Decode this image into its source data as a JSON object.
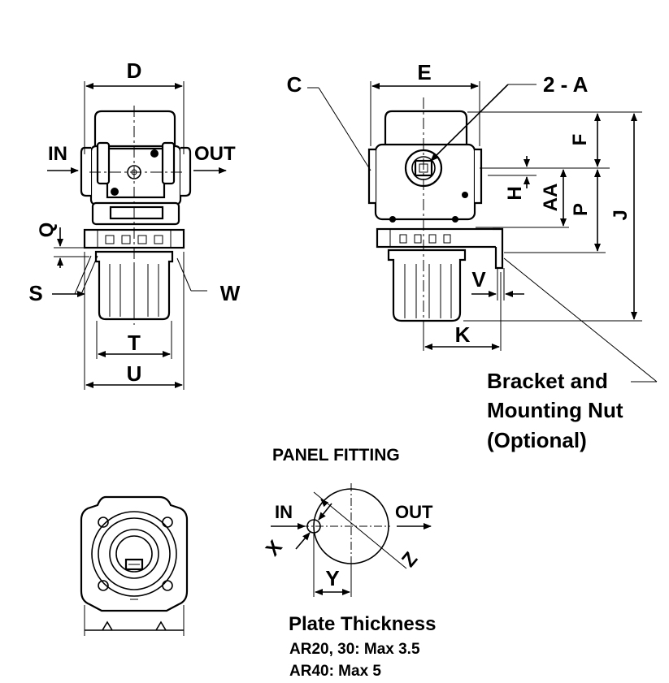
{
  "dimension_labels": {
    "D": "D",
    "E": "E",
    "C": "C",
    "two_A": "2 - A",
    "F": "F",
    "H": "H",
    "AA": "AA",
    "P": "P",
    "J": "J",
    "Q": "Q",
    "S": "S",
    "W": "W",
    "T": "T",
    "U": "U",
    "V": "V",
    "K": "K",
    "X": "X",
    "Y": "Y",
    "Z": "Z"
  },
  "flow_labels": {
    "in_front": "IN",
    "out_front": "OUT",
    "in_panel": "IN",
    "out_panel": "OUT"
  },
  "callout": {
    "line1": "Bracket and",
    "line2": "Mounting Nut",
    "line3": "(Optional)"
  },
  "panel_fitting": {
    "title": "PANEL FITTING"
  },
  "plate_thickness": {
    "title": "Plate Thickness",
    "line1": "AR20, 30: Max 3.5",
    "line2": "AR40: Max 5"
  }
}
